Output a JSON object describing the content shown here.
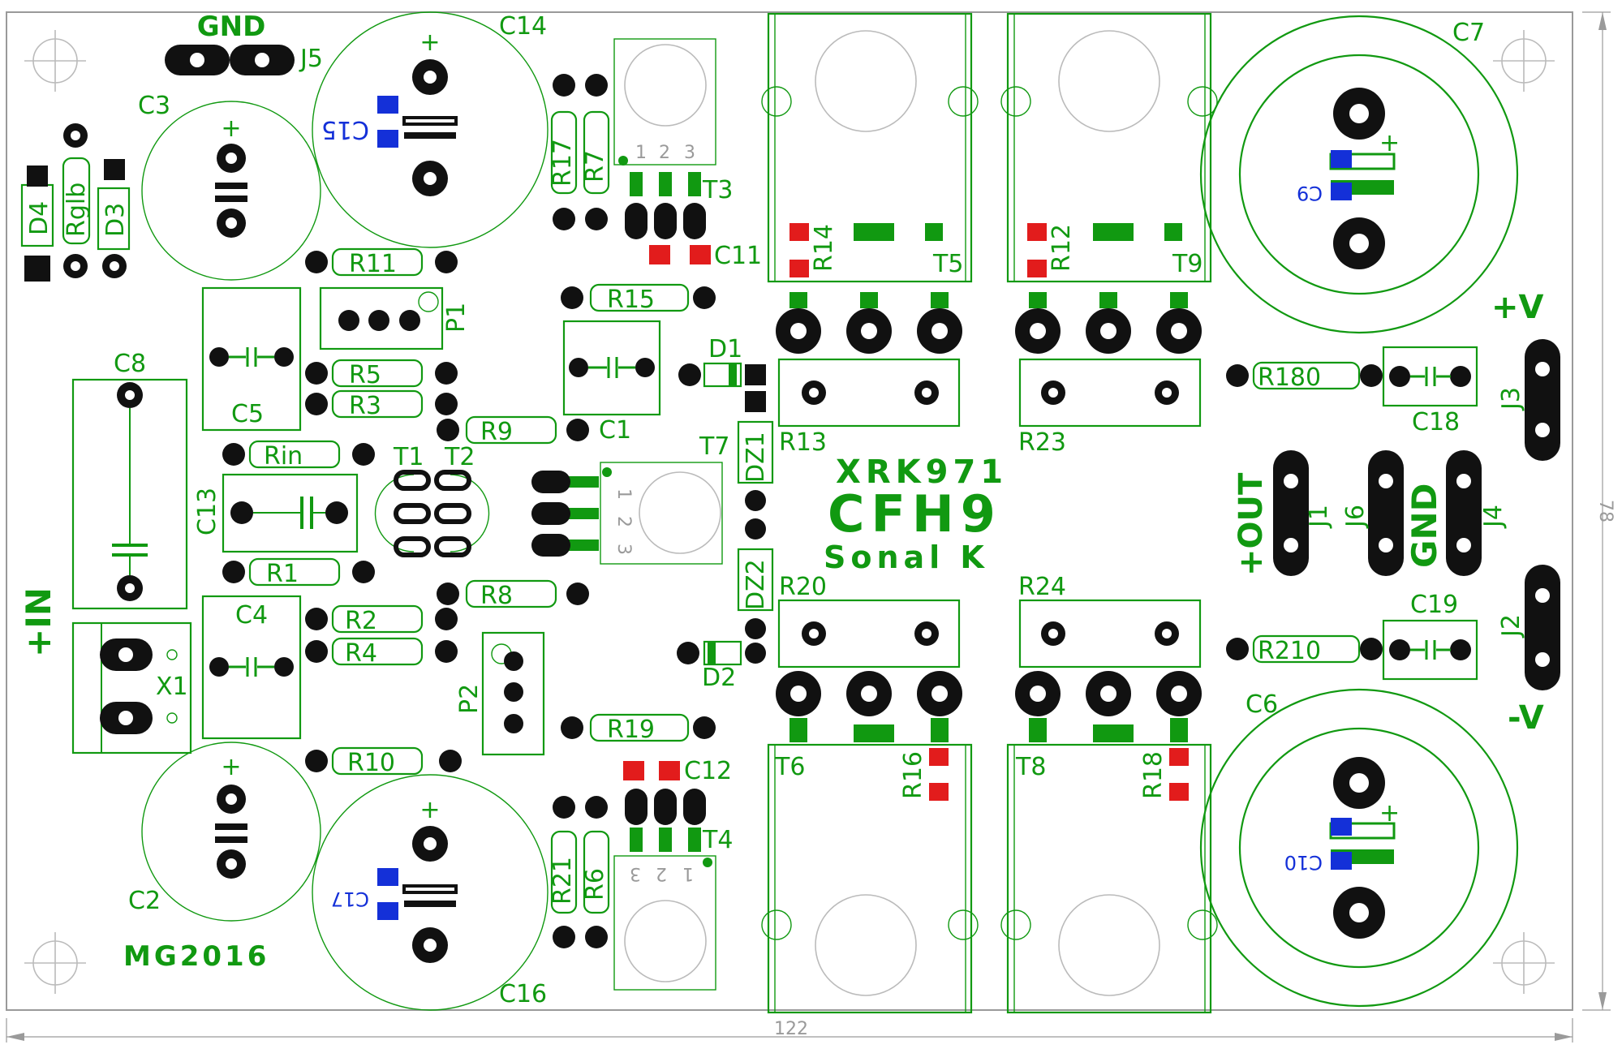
{
  "board": {
    "title_code": "XRK971",
    "title_name": "CFH9",
    "author": "Sonal K",
    "maker": "MG2016",
    "width_label": "122",
    "height_label": "78"
  },
  "labels": {
    "gnd_top": "GND",
    "j5": "J5",
    "in_plus": "+IN",
    "plus_v": "+V",
    "minus_v": "-V",
    "out_plus": "+OUT",
    "gnd_right": "GND",
    "j1": "J1",
    "j2": "J2",
    "j3": "J3",
    "j4": "J4",
    "j6": "J6",
    "x1": "X1",
    "c1": "C1",
    "c2": "C2",
    "c3": "C3",
    "c4": "C4",
    "c5": "C5",
    "c6": "C6",
    "c7": "C7",
    "c8": "C8",
    "c9": "C9",
    "c10": "C10",
    "c11": "C11",
    "c12": "C12",
    "c13": "C13",
    "c14": "C14",
    "c15": "C15",
    "c16": "C16",
    "c17": "C17",
    "c18": "C18",
    "c19": "C19",
    "d1": "D1",
    "d2": "D2",
    "d3": "D3",
    "d4": "D4",
    "dz1": "DZ1",
    "dz2": "DZ2",
    "p1": "P1",
    "p2": "P2",
    "r1": "R1",
    "r2": "R2",
    "r3": "R3",
    "r4": "R4",
    "r5": "R5",
    "r6": "R6",
    "r7": "R7",
    "r8": "R8",
    "r9": "R9",
    "r10": "R10",
    "r11": "R11",
    "r12": "R12",
    "r13": "R13",
    "r14": "R14",
    "r15": "R15",
    "r16": "R16",
    "r17": "R17",
    "r18": "R18",
    "r19": "R19",
    "r20": "R20",
    "r21": "R21",
    "r23": "R23",
    "r24": "R24",
    "r180": "R180",
    "r210": "R210",
    "rin": "Rin",
    "rglb": "Rglb",
    "t1": "T1",
    "t2": "T2",
    "t3": "T3",
    "t4": "T4",
    "t5": "T5",
    "t6": "T6",
    "t7": "T7",
    "t8": "T8",
    "t9": "T9",
    "pin1": "1",
    "pin2": "2",
    "pin3": "3",
    "plus": "+"
  },
  "colors": {
    "silk": "#119911",
    "pad": "#111111",
    "smd_red": "#e21c1c",
    "smd_blue": "#1430d8",
    "dimension": "#9a9a9a"
  }
}
